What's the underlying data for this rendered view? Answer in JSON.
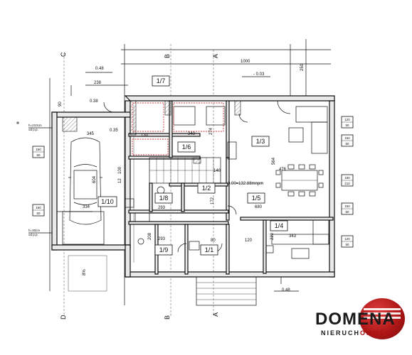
{
  "rooms": [
    {
      "id": "1/1",
      "label": "1/1"
    },
    {
      "id": "1/2",
      "label": "1/2"
    },
    {
      "id": "1/3",
      "label": "1/3"
    },
    {
      "id": "1/4",
      "label": "1/4"
    },
    {
      "id": "1/5",
      "label": "1/5"
    },
    {
      "id": "1/6",
      "label": "1/6"
    },
    {
      "id": "1/7",
      "label": "1/7"
    },
    {
      "id": "1/8",
      "label": "1/8"
    },
    {
      "id": "1/9",
      "label": "1/9"
    },
    {
      "id": "1/10",
      "label": "1/10"
    }
  ],
  "dimensions": {
    "d1000": "1000",
    "d250": "250",
    "d238": "238",
    "d345": "345",
    "d343a": "343",
    "d343b": "343",
    "d604": "604",
    "d334": "334",
    "d293a": "293",
    "d293b": "293",
    "d680": "680",
    "d564": "564",
    "d476": "476",
    "d274": "274",
    "d100": "100",
    "d140": "140",
    "d130": "130",
    "d172": "172",
    "d120": "120",
    "d80": "80",
    "d90": "90",
    "d12": "12",
    "d208": "208",
    "d220": "220"
  },
  "levels": {
    "lv048a": "0.48",
    "lv038": "0.38",
    "lv035": "0.35",
    "lv003": "- 0.03",
    "lv048b": "0.48",
    "main": "0.00=132.88mnpm"
  },
  "sections": {
    "a": "A",
    "b": "B",
    "c": "C",
    "d": "D"
  },
  "windows": {
    "w1": [
      "120",
      "50"
    ],
    "w2": [
      "150",
      "50"
    ],
    "w3": [
      "180",
      "210"
    ],
    "w4": [
      "150",
      "50"
    ],
    "w5": [
      "120",
      "50"
    ],
    "w6": [
      "150",
      "50"
    ]
  },
  "notes": {
    "h210": "h=210cm",
    "odpp1": "od p.p.",
    "h30": "h=30cm",
    "odpp2": "od p.p.",
    "slope": "8%"
  },
  "logo": {
    "main": "DOMENA",
    "sub_a": "NIERUCH",
    "sub_b": "OMOŚCI"
  }
}
